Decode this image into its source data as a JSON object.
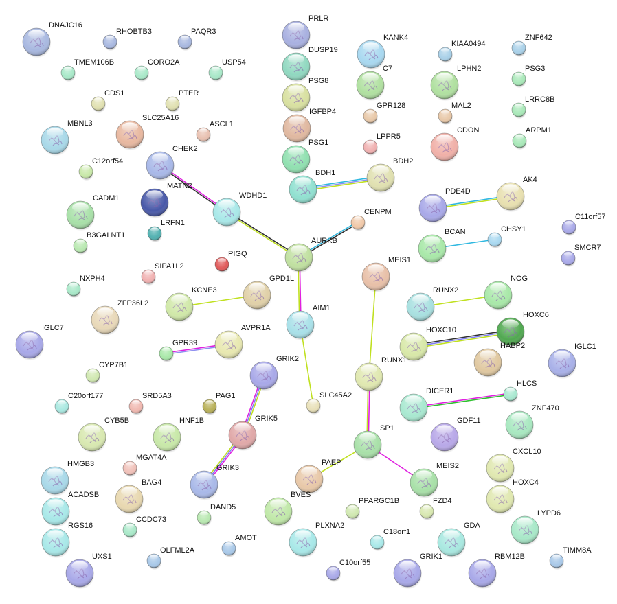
{
  "network": {
    "nodes": [
      {
        "label": "DNAJC16",
        "color": "#a8b8e0"
      },
      {
        "label": "RHOBTB3",
        "color": "#a8b8e0"
      },
      {
        "label": "PAQR3",
        "color": "#a8b8e0"
      },
      {
        "label": "PRLR",
        "color": "#a8b0e0"
      },
      {
        "label": "DUSP19",
        "color": "#90d8c0"
      },
      {
        "label": "PSG8",
        "color": "#d8e0a0"
      },
      {
        "label": "IGFBP4",
        "color": "#e0b8a0"
      },
      {
        "label": "PSG1",
        "color": "#90e0b0"
      },
      {
        "label": "KANK4",
        "color": "#a8d8f0"
      },
      {
        "label": "KIAA0494",
        "color": "#a8d0e8"
      },
      {
        "label": "ZNF642",
        "color": "#a8d0e8"
      },
      {
        "label": "TMEM106B",
        "color": "#a8e8c8"
      },
      {
        "label": "CORO2A",
        "color": "#a8e8c8"
      },
      {
        "label": "USP54",
        "color": "#a8e8c8"
      },
      {
        "label": "C7",
        "color": "#b0e0a0"
      },
      {
        "label": "LPHN2",
        "color": "#b0e0a0"
      },
      {
        "label": "PSG3",
        "color": "#a8e8b8"
      },
      {
        "label": "CDS1",
        "color": "#e0e0b0"
      },
      {
        "label": "PTER",
        "color": "#e0e0b0"
      },
      {
        "label": "GPR128",
        "color": "#e8c8a8"
      },
      {
        "label": "MAL2",
        "color": "#e8c8a8"
      },
      {
        "label": "LRRC8B",
        "color": "#a8e8b8"
      },
      {
        "label": "SLC25A16",
        "color": "#e8b8a0"
      },
      {
        "label": "ASCL1",
        "color": "#e8c0b0"
      },
      {
        "label": "MBNL3",
        "color": "#a8d8e8"
      },
      {
        "label": "CDON",
        "color": "#f0b0a8"
      },
      {
        "label": "ARPM1",
        "color": "#a8e8b8"
      },
      {
        "label": "LPPR5",
        "color": "#f0b0b0"
      },
      {
        "label": "CHEK2",
        "color": "#a8b8e8"
      },
      {
        "label": "C12orf54",
        "color": "#c8e8a8"
      },
      {
        "label": "BDH1",
        "color": "#90e0d0"
      },
      {
        "label": "BDH2",
        "color": "#e0e0b0"
      },
      {
        "label": "MATN2",
        "color": "#4858a8"
      },
      {
        "label": "WDHD1",
        "color": "#a8e8e8"
      },
      {
        "label": "CADM1",
        "color": "#a8e0a8"
      },
      {
        "label": "PDE4D",
        "color": "#a8a8e8"
      },
      {
        "label": "AK4",
        "color": "#e8e0b0"
      },
      {
        "label": "LRFN1",
        "color": "#50b0b0"
      },
      {
        "label": "CENPM",
        "color": "#f0c8a8"
      },
      {
        "label": "C11orf57",
        "color": "#a8a8e8"
      },
      {
        "label": "B3GALNT1",
        "color": "#b8e8b0"
      },
      {
        "label": "BCAN",
        "color": "#a8e8a8"
      },
      {
        "label": "CHSY1",
        "color": "#a8d8f0"
      },
      {
        "label": "AURKB",
        "color": "#c0e0a0"
      },
      {
        "label": "PIGQ",
        "color": "#e05858"
      },
      {
        "label": "SMCR7",
        "color": "#a8a8e8"
      },
      {
        "label": "SIPA1L2",
        "color": "#f0b0b0"
      },
      {
        "label": "MEIS1",
        "color": "#e8c0a8"
      },
      {
        "label": "NXPH4",
        "color": "#a8e8c8"
      },
      {
        "label": "GPD1L",
        "color": "#e0d0a8"
      },
      {
        "label": "KCNE3",
        "color": "#d0e8a8"
      },
      {
        "label": "RUNX2",
        "color": "#a8e0e0"
      },
      {
        "label": "NOG",
        "color": "#a8e8a8"
      },
      {
        "label": "ZFP36L2",
        "color": "#e8d8b8"
      },
      {
        "label": "AIM1",
        "color": "#a8e0e8"
      },
      {
        "label": "HOXC6",
        "color": "#50a850"
      },
      {
        "label": "HOXC10",
        "color": "#d8e8a8"
      },
      {
        "label": "IGLC7",
        "color": "#a8a8e8"
      },
      {
        "label": "GPR39",
        "color": "#a8e8a8"
      },
      {
        "label": "AVPR1A",
        "color": "#e8e8b0"
      },
      {
        "label": "HABP2",
        "color": "#e0c8a0"
      },
      {
        "label": "IGLC1",
        "color": "#a8b0e8"
      },
      {
        "label": "GRIK2",
        "color": "#a8a8e8"
      },
      {
        "label": "RUNX1",
        "color": "#e0e8b0"
      },
      {
        "label": "CYP7B1",
        "color": "#d0e8b0"
      },
      {
        "label": "HLCS",
        "color": "#a8e8d0"
      },
      {
        "label": "DICER1",
        "color": "#a8e8d0"
      },
      {
        "label": "C20orf177",
        "color": "#a8e8e0"
      },
      {
        "label": "SRD5A3",
        "color": "#f0b8b0"
      },
      {
        "label": "PAG1",
        "color": "#b8b058"
      },
      {
        "label": "SLC45A2",
        "color": "#e8e0b8"
      },
      {
        "label": "ZNF470",
        "color": "#a8e8c0"
      },
      {
        "label": "GRIK5",
        "color": "#e0a8a8"
      },
      {
        "label": "CYB5B",
        "color": "#d8e8b0"
      },
      {
        "label": "HNF1B",
        "color": "#c8e8a8"
      },
      {
        "label": "GDF11",
        "color": "#b8a8e8"
      },
      {
        "label": "SP1",
        "color": "#a8e0a8"
      },
      {
        "label": "HMGB3",
        "color": "#a8d8e8"
      },
      {
        "label": "MGAT4A",
        "color": "#f0c0b8"
      },
      {
        "label": "CXCL10",
        "color": "#e0e8b0"
      },
      {
        "label": "PAEP",
        "color": "#e8c8a8"
      },
      {
        "label": "GRIK3",
        "color": "#a8b8e8"
      },
      {
        "label": "MEIS2",
        "color": "#a8e0a8"
      },
      {
        "label": "BAG4",
        "color": "#e8d8b0"
      },
      {
        "label": "HOXC4",
        "color": "#e0e8b0"
      },
      {
        "label": "ACADSB",
        "color": "#a8e8e8"
      },
      {
        "label": "BVES",
        "color": "#c0e8a8"
      },
      {
        "label": "DAND5",
        "color": "#b8e8b0"
      },
      {
        "label": "PPARGC1B",
        "color": "#d0e8b0"
      },
      {
        "label": "FZD4",
        "color": "#d8e8b0"
      },
      {
        "label": "LYPD6",
        "color": "#a8e8c8"
      },
      {
        "label": "CCDC73",
        "color": "#a8e8c8"
      },
      {
        "label": "RGS16",
        "color": "#a8e8e8"
      },
      {
        "label": "PLXNA2",
        "color": "#a8e8e8"
      },
      {
        "label": "C18orf1",
        "color": "#a8e8e8"
      },
      {
        "label": "GDA",
        "color": "#a8e8e0"
      },
      {
        "label": "AMOT",
        "color": "#a8c8e8"
      },
      {
        "label": "TIMM8A",
        "color": "#a8c8e8"
      },
      {
        "label": "OLFML2A",
        "color": "#a8c8e8"
      },
      {
        "label": "UXS1",
        "color": "#a8a8e8"
      },
      {
        "label": "C10orf55",
        "color": "#a8a8e8"
      },
      {
        "label": "GRIK1",
        "color": "#a8a8e8"
      },
      {
        "label": "RBM12B",
        "color": "#a8a8e8"
      }
    ],
    "edges": [
      {
        "source": "CHEK2",
        "target": "WDHD1",
        "evidence": [
          "#e020e0",
          "#303030"
        ]
      },
      {
        "source": "WDHD1",
        "target": "AURKB",
        "evidence": [
          "#303030",
          "#c0e020"
        ]
      },
      {
        "source": "AURKB",
        "target": "CENPM",
        "evidence": [
          "#30b8e0",
          "#303030"
        ]
      },
      {
        "source": "AURKB",
        "target": "AIM1",
        "evidence": [
          "#e020e0",
          "#c0e020"
        ]
      },
      {
        "source": "BDH1",
        "target": "BDH2",
        "evidence": [
          "#30b8e0",
          "#9090f0",
          "#c0e020"
        ]
      },
      {
        "source": "PDE4D",
        "target": "AK4",
        "evidence": [
          "#30b8e0",
          "#c0e020"
        ]
      },
      {
        "source": "BCAN",
        "target": "CHSY1",
        "evidence": [
          "#30b8e0"
        ]
      },
      {
        "source": "KCNE3",
        "target": "GPD1L",
        "evidence": [
          "#c0e020"
        ]
      },
      {
        "source": "RUNX2",
        "target": "NOG",
        "evidence": [
          "#c0e020"
        ]
      },
      {
        "source": "HOXC10",
        "target": "HOXC6",
        "evidence": [
          "#303030",
          "#8080f0",
          "#c0e020"
        ]
      },
      {
        "source": "MEIS1",
        "target": "RUNX1",
        "evidence": [
          "#c0e020"
        ]
      },
      {
        "source": "AIM1",
        "target": "SLC45A2",
        "evidence": [
          "#c0e020"
        ]
      },
      {
        "source": "GPR39",
        "target": "AVPR1A",
        "evidence": [
          "#e020e0",
          "#9090f0"
        ]
      },
      {
        "source": "GRIK2",
        "target": "GRIK5",
        "evidence": [
          "#c0e020",
          "#8080f0",
          "#e020e0"
        ]
      },
      {
        "source": "GRIK5",
        "target": "GRIK3",
        "evidence": [
          "#e020e0",
          "#8080f0",
          "#c0e020"
        ]
      },
      {
        "source": "RUNX1",
        "target": "SP1",
        "evidence": [
          "#e020e0",
          "#c0e020"
        ]
      },
      {
        "source": "DICER1",
        "target": "HLCS",
        "evidence": [
          "#e020e0",
          "#30c030"
        ]
      },
      {
        "source": "SP1",
        "target": "PAEP",
        "evidence": [
          "#c0e020"
        ]
      },
      {
        "source": "SP1",
        "target": "MEIS2",
        "evidence": [
          "#e020e0"
        ]
      }
    ]
  }
}
